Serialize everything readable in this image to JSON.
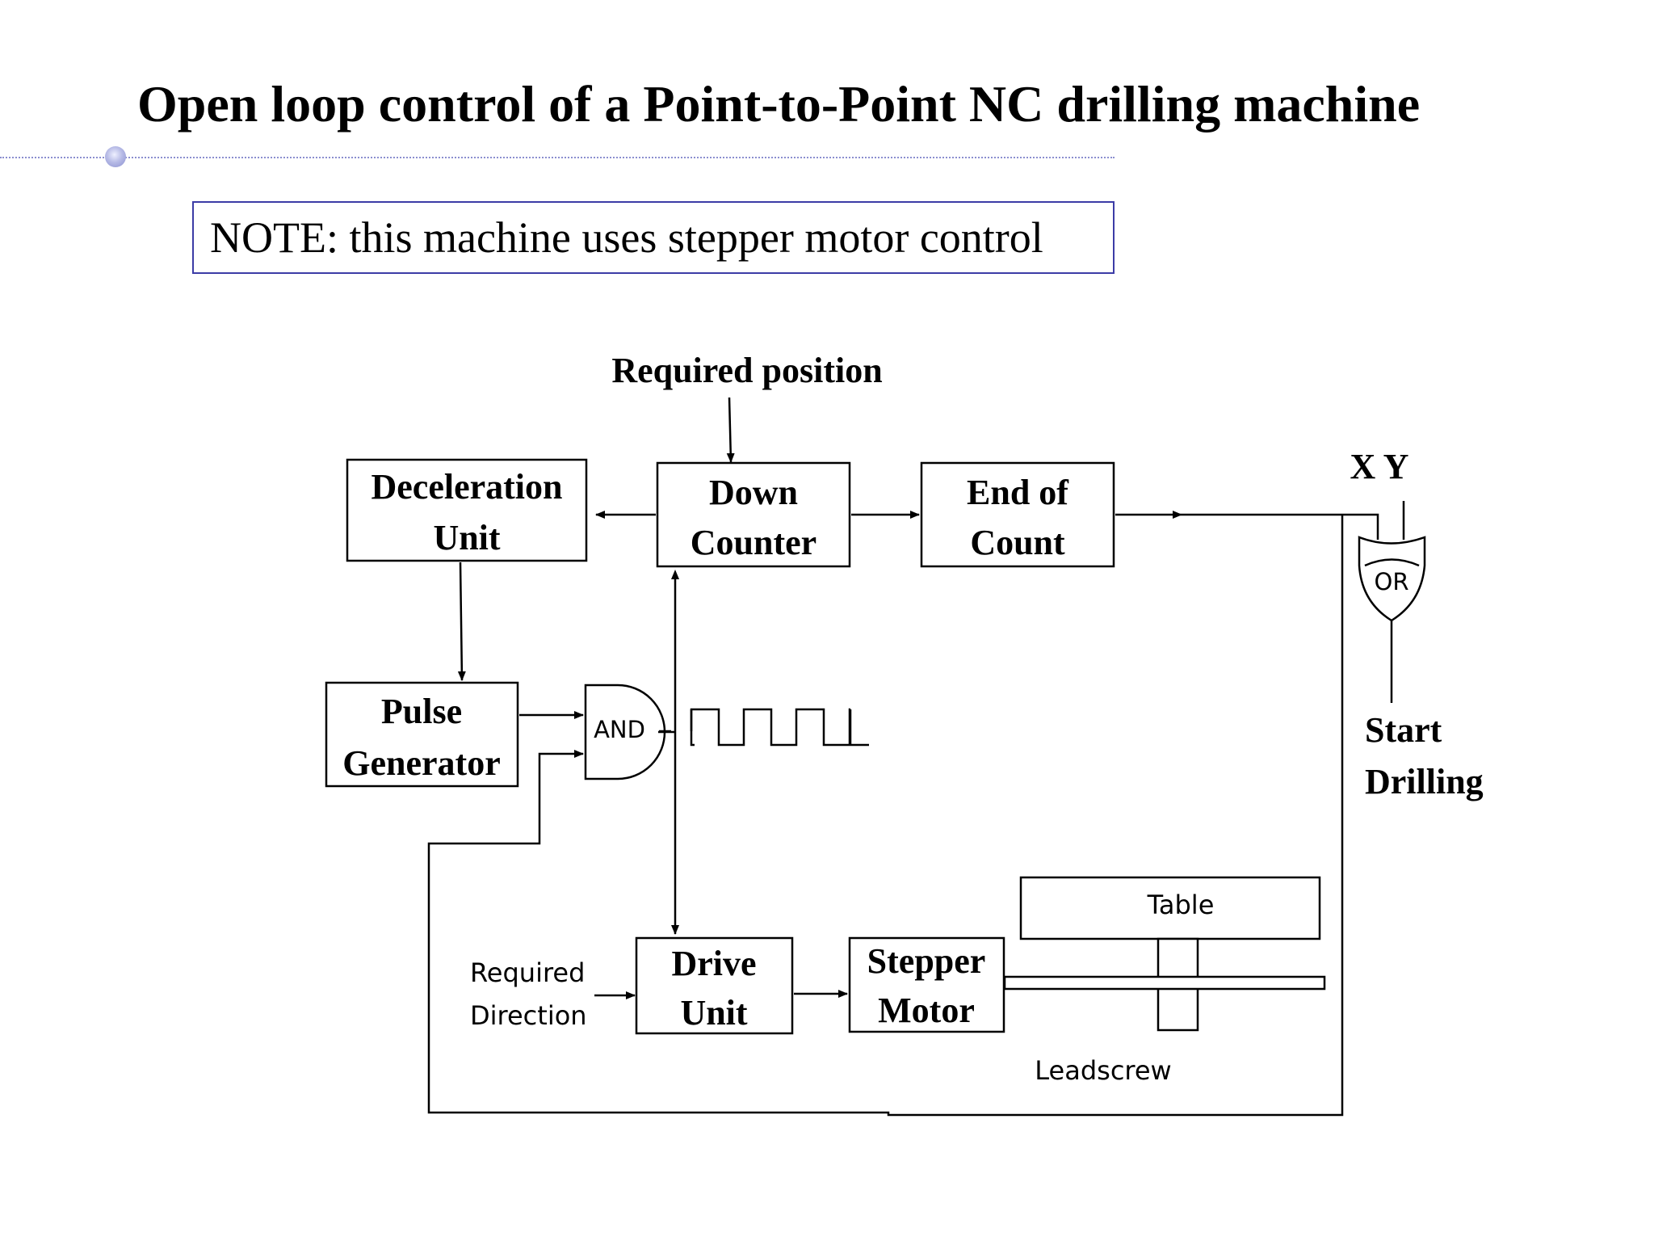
{
  "title": "Open loop control of a Point-to-Point NC drilling machine",
  "note": "NOTE: this machine uses stepper motor control",
  "diagram": {
    "required_position": "Required position",
    "deceleration_unit": [
      "Deceleration",
      "Unit"
    ],
    "down_counter": [
      "Down",
      "Counter"
    ],
    "end_of_count": [
      "End of",
      "Count"
    ],
    "pulse_generator": [
      "Pulse",
      "Generator"
    ],
    "and_gate": "AND",
    "or_gate": "OR",
    "xy": "X Y",
    "start_drilling": [
      "Start",
      "Drilling"
    ],
    "drive_unit": [
      "Drive",
      "Unit"
    ],
    "stepper_motor": [
      "Stepper",
      "Motor"
    ],
    "required_direction": [
      "Required",
      "Direction"
    ],
    "table": "Table",
    "leadscrew": "Leadscrew"
  }
}
